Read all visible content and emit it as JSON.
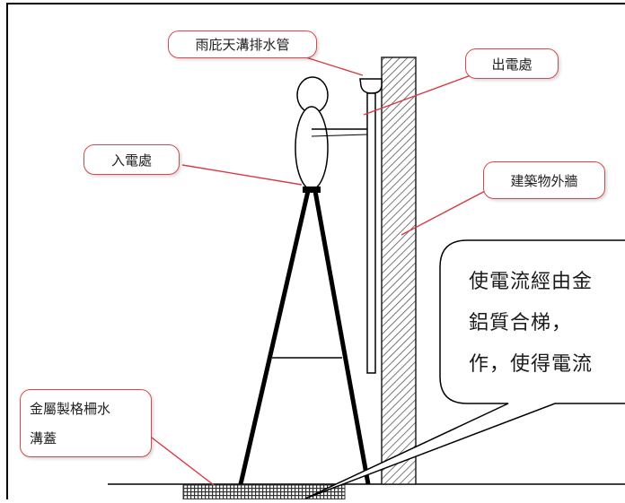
{
  "labels": {
    "rain_gutter_pipe": "雨庇天溝排水管",
    "current_exit": "出電處",
    "current_entry": "入電處",
    "building_wall": "建築物外牆",
    "grate_cover_line1": "金屬製格柵水",
    "grate_cover_line2": "溝蓋"
  },
  "callout": {
    "line1": "使電流經由金",
    "line2": "鋁質合梯，",
    "line3": "作，使得電流"
  },
  "colors": {
    "label_border": "#d9474d",
    "leader_line": "#d93a45",
    "ink": "#000000",
    "wall_hatch": "#555555"
  }
}
